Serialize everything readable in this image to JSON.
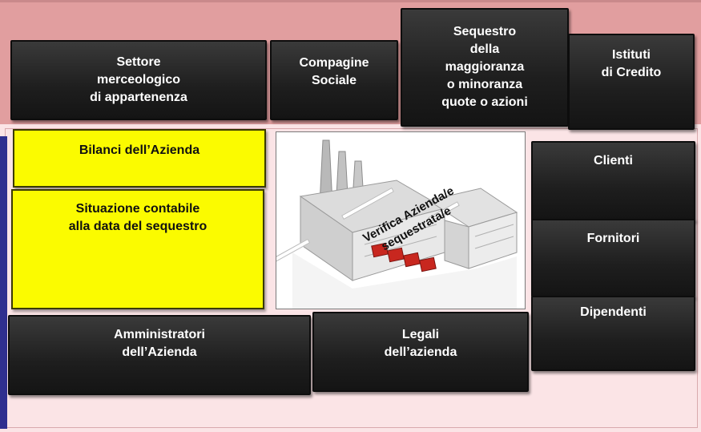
{
  "boxes": {
    "settore": "Settore\nmerceologico\ndi appartenenza",
    "compagine": "Compagine\nSociale",
    "sequestro": "Sequestro\ndella\nmaggioranza\no minoranza\nquote o azioni",
    "istituti": "Istituti\ndi Credito",
    "bilanci": "Bilanci dell’Azienda",
    "situazione": "Situazione contabile\nalla data del sequestro",
    "clienti": "Clienti",
    "fornitori": "Fornitori",
    "dipendenti": "Dipendenti",
    "amministratori": "Amministratori\ndell’Azienda",
    "legali": "Legali\ndell’azienda"
  },
  "center": {
    "label": "Verifica Azienda/e\nsequestrata/e"
  }
}
